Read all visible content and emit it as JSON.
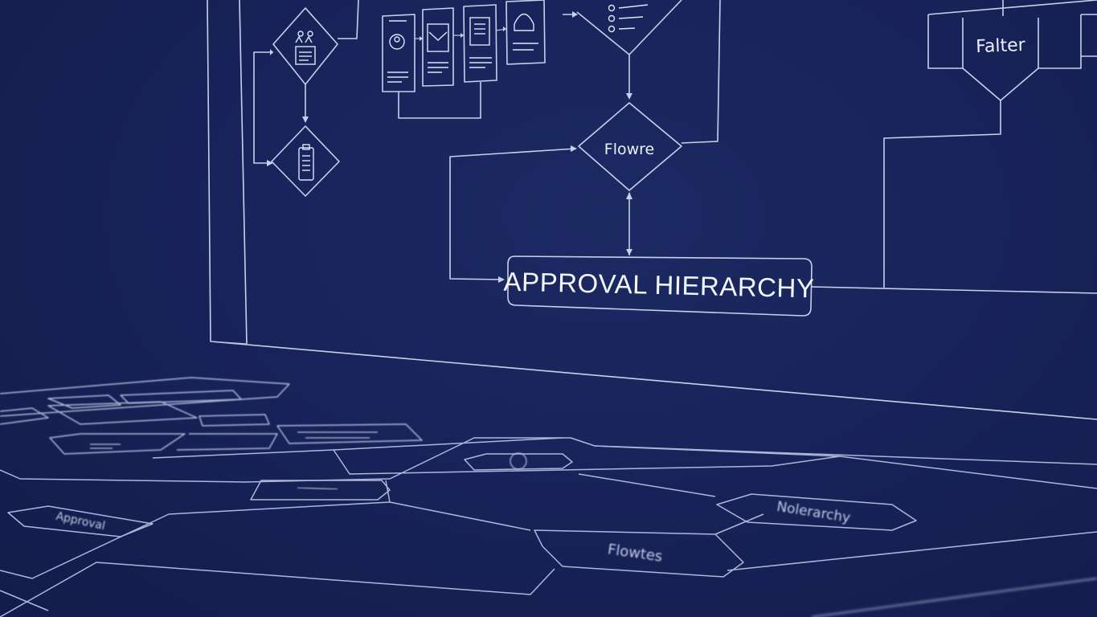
{
  "diagram": {
    "main_node_label": "APPROVAL HIERARCHY",
    "decision_node_label": "Flowre",
    "filter_node_label": "Falter",
    "floor_labels": {
      "left_tag": "Approval",
      "right_hexagon": "Nolerarchy",
      "bottom_node": "Flowtes"
    }
  }
}
